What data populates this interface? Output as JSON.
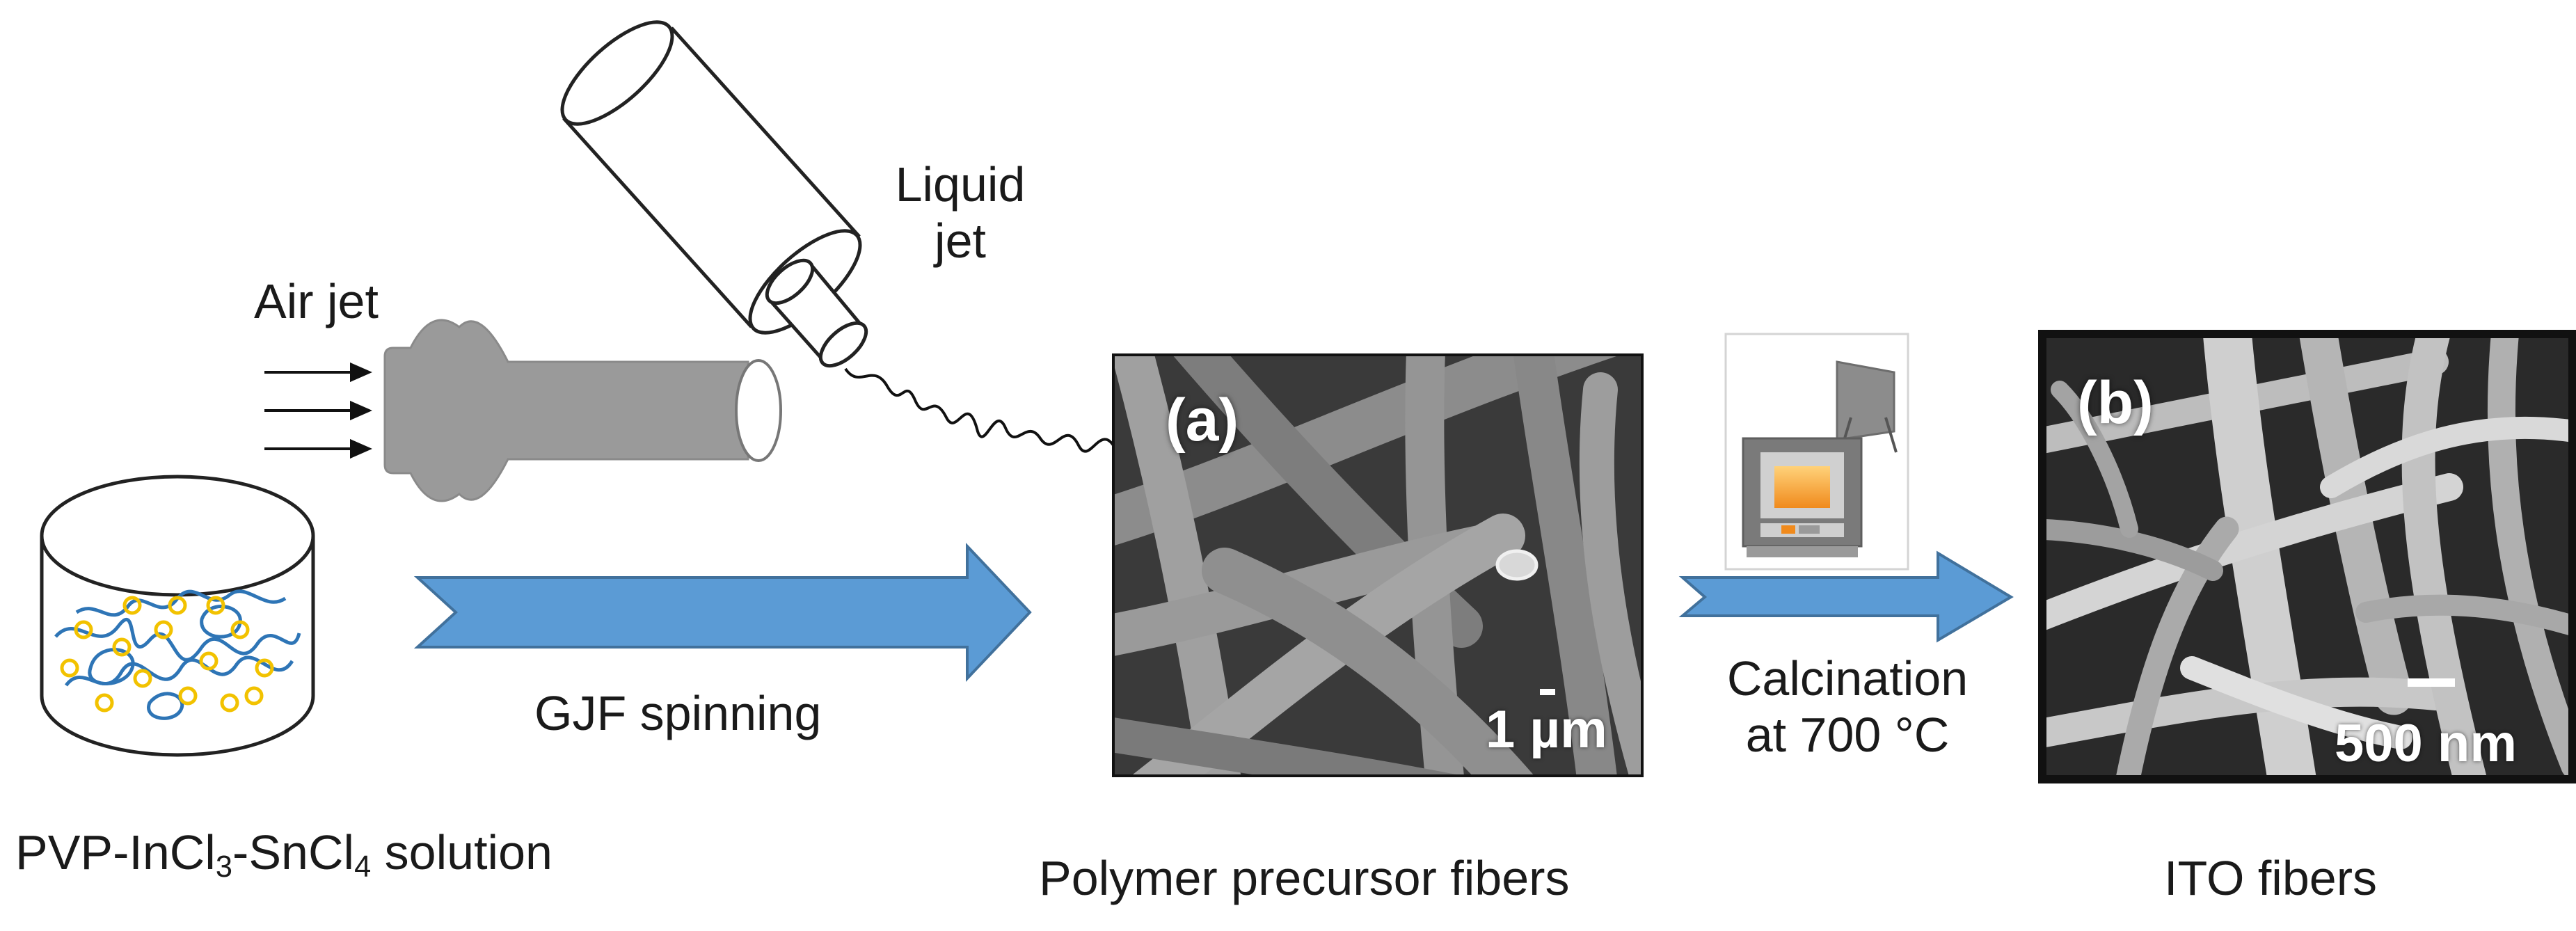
{
  "labels": {
    "solution_prefix": "PVP-InCl",
    "solution_sub1": "3",
    "solution_mid": "-SnCl",
    "solution_sub2": "4",
    "solution_suffix": " solution",
    "air_jet": "Air jet",
    "liquid_jet_line1": "Liquid",
    "liquid_jet_line2": "jet",
    "process1": "GJF spinning",
    "product1": "Polymer precursor fibers",
    "process2_line1": "Calcination",
    "process2_line2": "at 700 °C",
    "product2": "ITO fibers"
  },
  "panels": {
    "a": {
      "label": "(a)",
      "scale": "1 µm"
    },
    "b": {
      "label": "(b)",
      "scale": "500 nm"
    }
  },
  "colors": {
    "arrow": "#5b9bd5",
    "arrow_edge": "#41719c",
    "nozzle": "#999999",
    "polymer_chain": "#2e75b6",
    "ion_ring": "#f2c200",
    "sem_a_bg": "#3a3a3a",
    "sem_b_bg": "#2a2a2a",
    "furnace": "#7f7f7f",
    "furnace_glow": "#f5a623"
  }
}
